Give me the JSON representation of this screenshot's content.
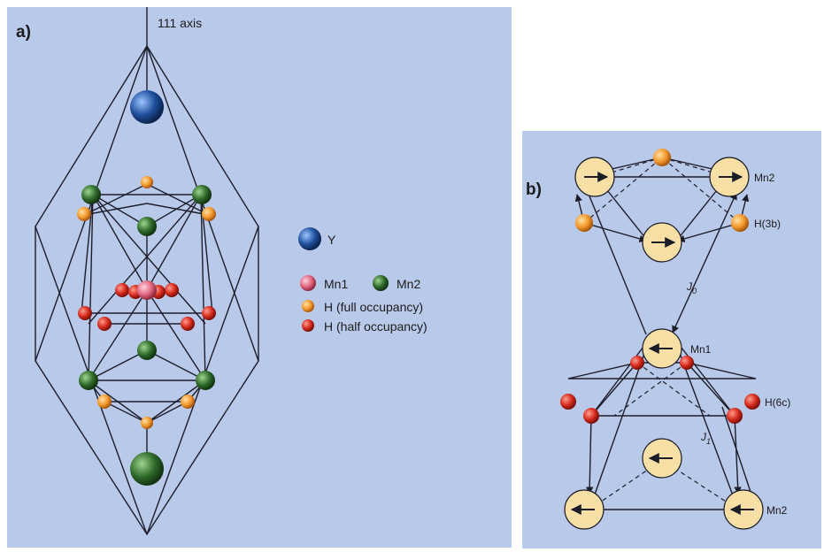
{
  "panel_a": {
    "label": "a)",
    "axis_label": "111 axis",
    "legend": {
      "y": "Y",
      "mn1": "Mn1",
      "mn2": "Mn2",
      "h_full": "H (full occupancy)",
      "h_half": "H (half occupancy)"
    }
  },
  "panel_b": {
    "label": "b)",
    "labels": {
      "mn2_top": "Mn2",
      "h3b": "H(3b)",
      "j0": "J",
      "j0_sub": "0",
      "mn1": "Mn1",
      "h6c": "H(6c)",
      "j1": "J",
      "j1_sub": "1",
      "mn2_bottom": "Mn2"
    }
  },
  "colors": {
    "background": "#b9c9ea",
    "y": "#1f4f9c",
    "mn1": "#e0657f",
    "mn2": "#2f6b2a",
    "h_full": "#f39a2c",
    "h_half": "#d62a1c",
    "spin_circle": "#f7dfa6"
  }
}
